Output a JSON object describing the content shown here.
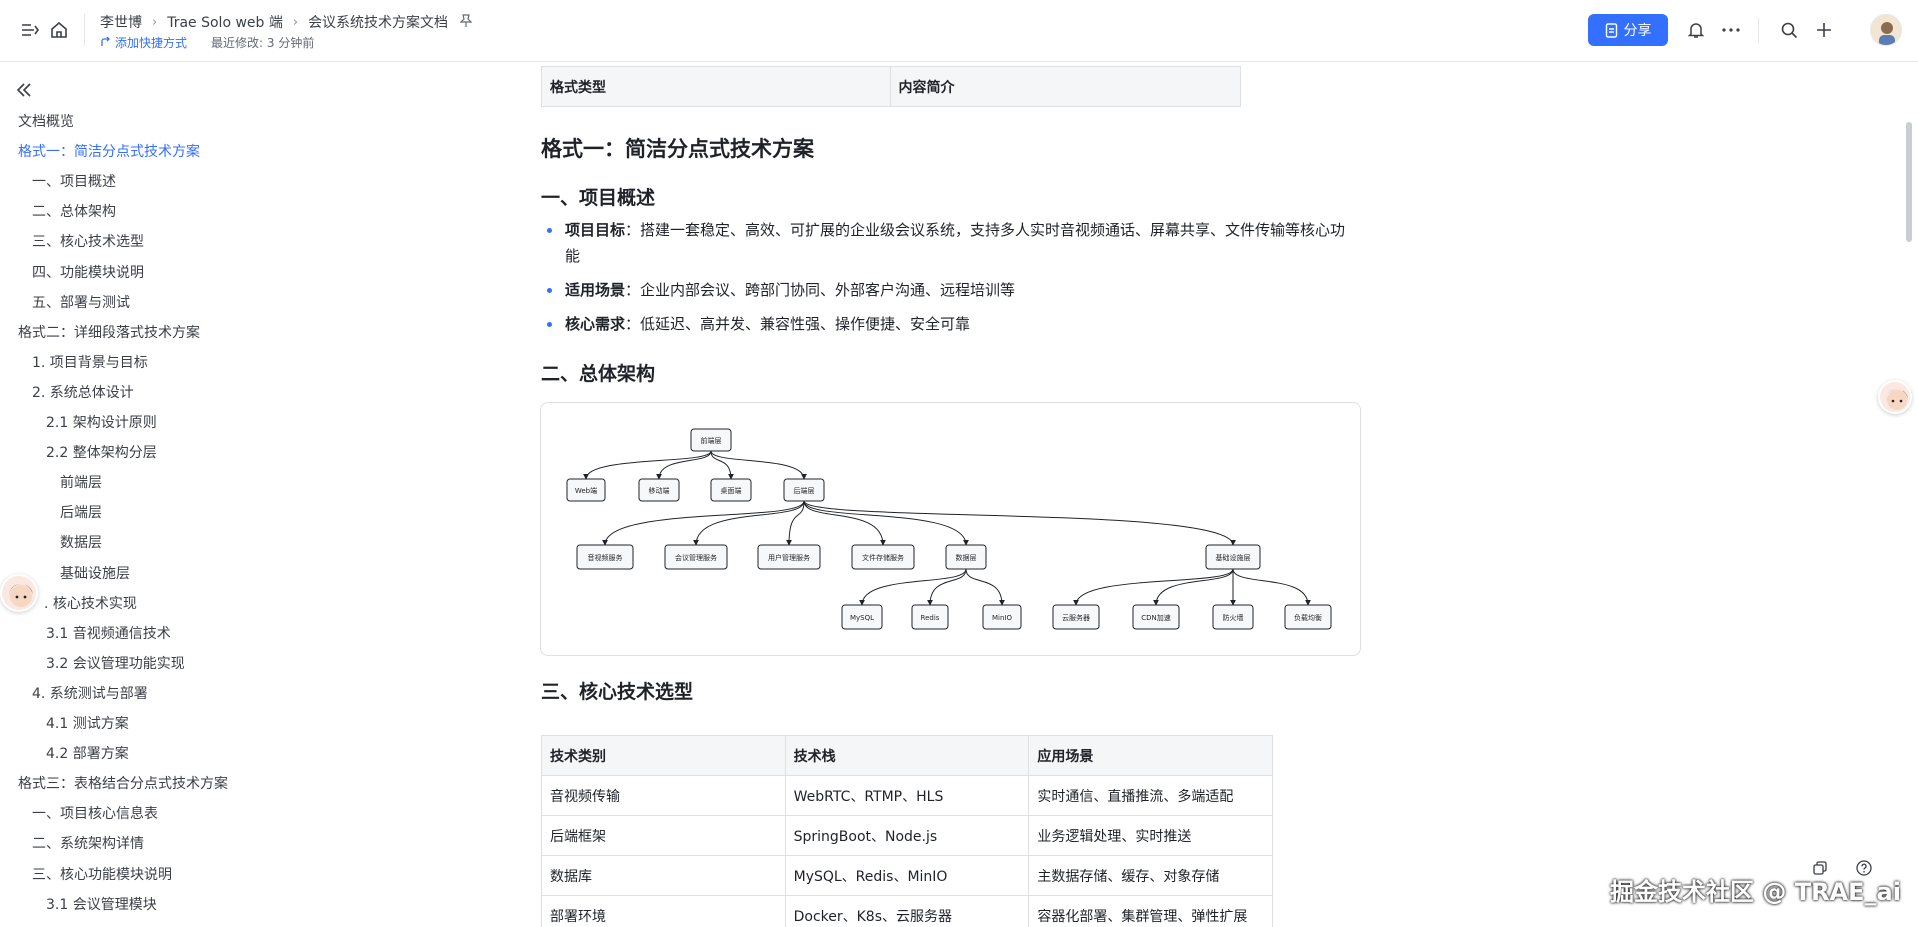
{
  "header": {
    "breadcrumbs": [
      "李世博",
      "Trae Solo web 端",
      "会议系统技术方案文档"
    ],
    "add_shortcut": "添加快捷方式",
    "last_modified": "最近修改: 3 分钟前",
    "share_label": "分享"
  },
  "sidebar": {
    "items": [
      {
        "label": "文档概览",
        "level": 0
      },
      {
        "label": "格式一：简洁分点式技术方案",
        "level": 0,
        "active": true
      },
      {
        "label": "一、项目概述",
        "level": 1
      },
      {
        "label": "二、总体架构",
        "level": 1
      },
      {
        "label": "三、核心技术选型",
        "level": 1
      },
      {
        "label": "四、功能模块说明",
        "level": 1
      },
      {
        "label": "五、部署与测试",
        "level": 1
      },
      {
        "label": "格式二：详细段落式技术方案",
        "level": 0
      },
      {
        "label": "1. 项目背景与目标",
        "level": 1
      },
      {
        "label": "2. 系统总体设计",
        "level": 1
      },
      {
        "label": "2.1 架构设计原则",
        "level": 2
      },
      {
        "label": "2.2 整体架构分层",
        "level": 2
      },
      {
        "label": "前端层",
        "level": 3
      },
      {
        "label": "后端层",
        "level": 3
      },
      {
        "label": "数据层",
        "level": 3
      },
      {
        "label": "基础设施层",
        "level": 3
      },
      {
        "label": ". 核心技术实现",
        "level": 1
      },
      {
        "label": "3.1 音视频通信技术",
        "level": 2
      },
      {
        "label": "3.2 会议管理功能实现",
        "level": 2
      },
      {
        "label": "4. 系统测试与部署",
        "level": 1
      },
      {
        "label": "4.1 测试方案",
        "level": 2
      },
      {
        "label": "4.2 部署方案",
        "level": 2
      },
      {
        "label": "格式三：表格结合分点式技术方案",
        "level": 0
      },
      {
        "label": "一、项目核心信息表",
        "level": 1
      },
      {
        "label": "二、系统架构详情",
        "level": 1
      },
      {
        "label": "三、核心功能模块说明",
        "level": 1
      },
      {
        "label": "3.1 会议管理模块",
        "level": 2
      }
    ]
  },
  "doc": {
    "top_table": {
      "headers": [
        "格式类型",
        "内容简介"
      ]
    },
    "h_format1": "格式一：简洁分点式技术方案",
    "h_overview": "一、项目概述",
    "bullets": [
      {
        "key": "项目目标",
        "text": "：搭建一套稳定、高效、可扩展的企业级会议系统，支持多人实时音视频通话、屏幕共享、文件传输等核心功能"
      },
      {
        "key": "适用场景",
        "text": "：企业内部会议、跨部门协同、外部客户沟通、远程培训等"
      },
      {
        "key": "核心需求",
        "text": "：低延迟、高并发、兼容性强、操作便捷、安全可靠"
      }
    ],
    "h_arch": "二、总体架构",
    "diagram": {
      "nodes": [
        "前端层",
        "Web端",
        "移动端",
        "桌面端",
        "后端层",
        "音视频服务",
        "会议管理服务",
        "用户管理服务",
        "文件存储服务",
        "数据层",
        "基础设施层",
        "MySQL",
        "Redis",
        "MinIO",
        "云服务器",
        "CDN加速",
        "防火墙",
        "负载均衡"
      ]
    },
    "h_tech": "三、核心技术选型",
    "tech_table": {
      "headers": [
        "技术类别",
        "技术栈",
        "应用场景"
      ],
      "rows": [
        [
          "音视频传输",
          "WebRTC、RTMP、HLS",
          "实时通信、直播推流、多端适配"
        ],
        [
          "后端框架",
          "SpringBoot、Node.js",
          "业务逻辑处理、实时推送"
        ],
        [
          "数据库",
          "MySQL、Redis、MinIO",
          "主数据存储、缓存、对象存储"
        ],
        [
          "部署环境",
          "Docker、K8s、云服务器",
          "容器化部署、集群管理、弹性扩展"
        ]
      ]
    }
  },
  "watermark": "掘金技术社区 @ TRAE_ai",
  "colors": {
    "accent": "#3370ff",
    "text": "#1f2329",
    "muted": "#646a73",
    "border": "#dee0e3"
  }
}
